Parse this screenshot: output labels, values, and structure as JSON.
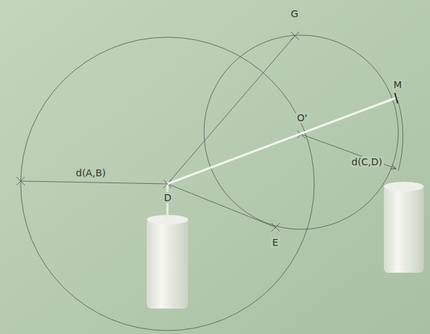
{
  "diagram": {
    "labels": [
      "G",
      "M",
      "O'",
      "d(A,B)",
      "d(C,D)",
      "D",
      "E"
    ]
  }
}
